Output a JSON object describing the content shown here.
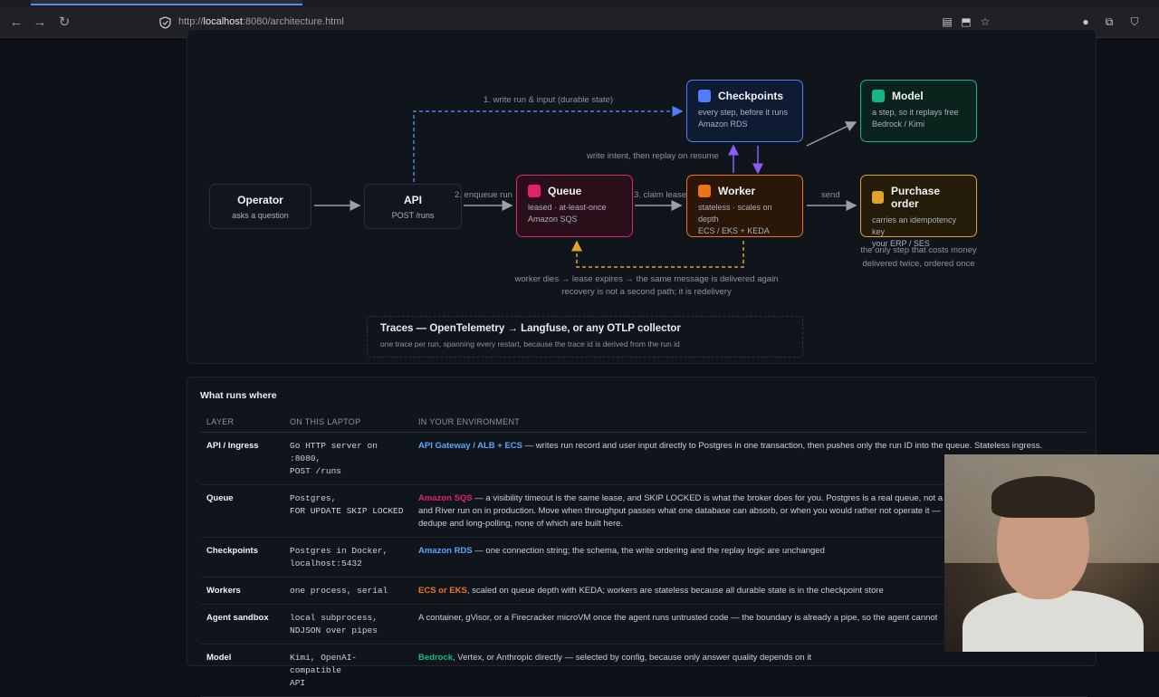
{
  "browser": {
    "url_host": "localhost",
    "url_rest": ":8080/architecture.html",
    "url_prefix": "http://"
  },
  "diagram": {
    "nodes": {
      "operator": {
        "title": "Operator",
        "sub": "asks a question"
      },
      "api": {
        "title": "API",
        "sub": "POST /runs"
      },
      "queue": {
        "title": "Queue",
        "sub1": "leased · at-least-once",
        "sub2": "Amazon SQS",
        "color": "#e0226a"
      },
      "worker": {
        "title": "Worker",
        "sub1": "stateless · scales on depth",
        "sub2": "ECS / EKS + KEDA",
        "color": "#f07218"
      },
      "checkpoints": {
        "title": "Checkpoints",
        "sub1": "every step, before it runs",
        "sub2": "Amazon RDS",
        "color": "#4f7ef8"
      },
      "model": {
        "title": "Model",
        "sub1": "a step, so it replays free",
        "sub2": "Bedrock / Kimi",
        "color": "#12b886"
      },
      "purchase": {
        "title": "Purchase order",
        "sub1": "carries an idempotency key",
        "sub2": "your ERP / SES",
        "color": "#e0a424"
      }
    },
    "labels": {
      "write_run": "1. write run & input (durable state)",
      "enqueue": "2. enqueue run",
      "claim": "3. claim lease",
      "write_intent": "write intent, then replay on resume",
      "send": "send",
      "costs_line1": "the only step that costs money",
      "costs_line2": "delivered twice, ordered once",
      "dies_line1": "worker dies → lease expires → the same message is delivered again",
      "dies_line2": "recovery is not a second path; it is redelivery"
    },
    "traces": {
      "title": "Traces — OpenTelemetry → Langfuse, or any OTLP collector",
      "sub": "one trace per run, spanning every restart, because the trace id is derived from the run id"
    }
  },
  "table": {
    "title": "What runs where",
    "headers": [
      "LAYER",
      "ON THIS LAPTOP",
      "IN YOUR ENVIRONMENT"
    ],
    "rows": [
      {
        "layer": "API / Ingress",
        "laptop": [
          "Go HTTP server on :8080,",
          "POST /runs"
        ],
        "env_hl": "API Gateway / ALB + ECS",
        "env_color": "#58a6ff",
        "env": " — writes run record and user input directly to Postgres in one transaction, then pushes only the run ID into the queue. Stateless ingress."
      },
      {
        "layer": "Queue",
        "laptop": [
          "Postgres,",
          "FOR UPDATE SKIP LOCKED"
        ],
        "env_hl": "Amazon SQS",
        "env_color": "#e0226a",
        "env": " — a visibility timeout is the same lease, and SKIP LOCKED is what the broker does for you. Postgres is a real queue, not a sta",
        "env2": "and River run on in production. Move when throughput passes what one database can absorb, or when you would rather not operate it —",
        "env3": "dedupe and long-polling, none of which are built here."
      },
      {
        "layer": "Checkpoints",
        "laptop": [
          "Postgres in Docker,",
          "localhost:5432"
        ],
        "env_hl": "Amazon RDS",
        "env_color": "#58a6ff",
        "env": " — one connection string; the schema, the write ordering and the replay logic are unchanged"
      },
      {
        "layer": "Workers",
        "laptop": [
          "one process, serial"
        ],
        "env_hl": "ECS or EKS",
        "env_color": "#f07218",
        "env": ", scaled on queue depth with KEDA; workers are stateless because all durable state is in the checkpoint store"
      },
      {
        "layer": "Agent sandbox",
        "laptop": [
          "local subprocess,",
          "NDJSON over pipes"
        ],
        "env_hl": "",
        "env_color": "#c9d1d9",
        "env": "A container, gVisor, or a Firecracker microVM once the agent runs untrusted code — the boundary is already a pipe, so the agent cannot"
      },
      {
        "layer": "Model",
        "laptop": [
          "Kimi, OpenAI-compatible",
          "API"
        ],
        "env_hl": "Bedrock",
        "env_color": "#12b886",
        "env": ", Vertex, or Anthropic directly — selected by config, because only answer quality depends on it"
      }
    ]
  }
}
